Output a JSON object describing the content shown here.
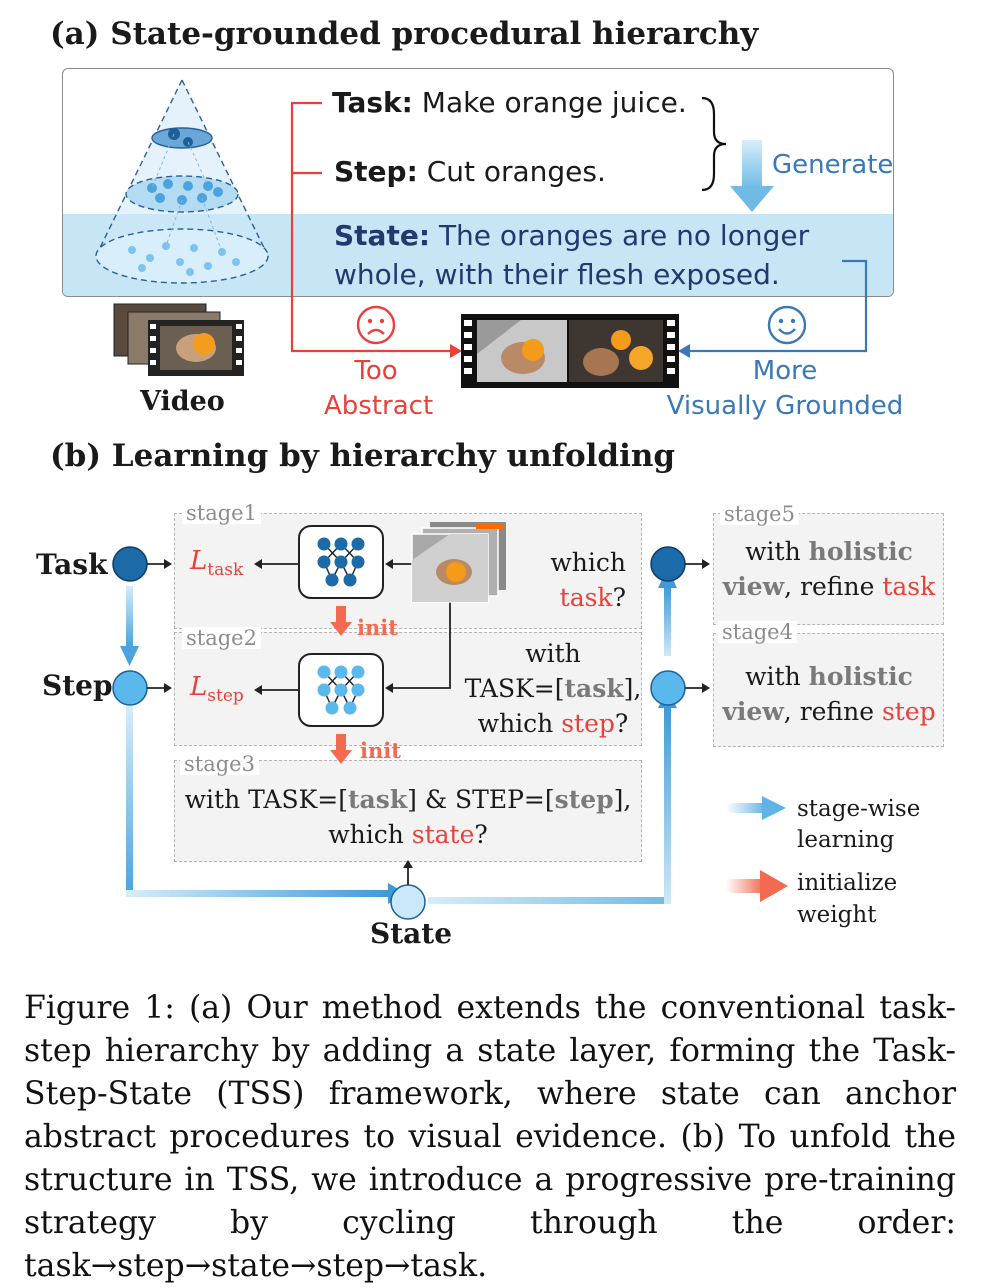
{
  "section_a": {
    "title": "(a) State-grounded procedural hierarchy",
    "task_label": "Task:",
    "task_text": "Make orange juice.",
    "step_label": "Step:",
    "step_text": "Cut oranges.",
    "generate": "Generate",
    "state_label": "State:",
    "state_line1": "The oranges are no longer",
    "state_line2": "whole, with their flesh exposed.",
    "video_label": "Video",
    "too": "Too",
    "abstract": "Abstract",
    "more": "More",
    "visually_grounded": "Visually Grounded"
  },
  "section_b": {
    "title": "(b) Learning by hierarchy unfolding",
    "task": "Task",
    "step": "Step",
    "state": "State",
    "stage1": "stage1",
    "stage2": "stage2",
    "stage3": "stage3",
    "stage4": "stage4",
    "stage5": "stage5",
    "l_task_main": "L",
    "l_task_sub": "task",
    "l_step_main": "L",
    "l_step_sub": "step",
    "init": "init",
    "s1_q1": "which",
    "s1_q2": "task",
    "s1_q3": "?",
    "s2_q1": "with",
    "s2_q2a": "TASK=[",
    "s2_q2b": "task",
    "s2_q2c": "],",
    "s2_q3a": "which ",
    "s2_q3b": "step",
    "s2_q3c": "?",
    "s3_a": "with TASK=[",
    "s3_b": "task",
    "s3_c": "] & STEP=[",
    "s3_d": "step",
    "s3_e": "],",
    "s3_f": "which ",
    "s3_g": "state",
    "s3_h": "?",
    "s5_a": "with ",
    "s5_b": "holistic",
    "s5_c": "view",
    "s5_d": ", refine ",
    "s5_e": "task",
    "s4_a": "with ",
    "s4_b": "holistic",
    "s4_c": "view",
    "s4_d": ", refine ",
    "s4_e": "step",
    "legend_stage1": "stage-wise",
    "legend_stage2": "learning",
    "legend_init1": "initialize",
    "legend_init2": "weight"
  },
  "caption": "Figure 1: (a) Our method extends the conventional task-step hierarchy by adding a state layer, forming the Task-Step-State (TSS) framework, where state can anchor abstract procedures to visual evidence. (b) To unfold the structure in TSS, we introduce a progressive pre-training strategy by cycling through the order: task→step→state→step→task.",
  "colors": {
    "red": "#e8413a",
    "blue": "#3a78b8",
    "light_blue": "#c6e6f5",
    "dark_node": "#1d6aa8",
    "light_node": "#5bb8ec"
  }
}
